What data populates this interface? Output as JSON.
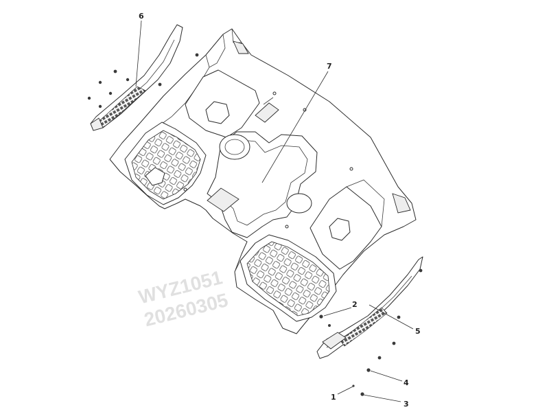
{
  "callouts": [
    {
      "id": "1",
      "label": "1"
    },
    {
      "id": "2",
      "label": "2"
    },
    {
      "id": "3",
      "label": "3"
    },
    {
      "id": "4",
      "label": "4"
    },
    {
      "id": "5",
      "label": "5"
    },
    {
      "id": "6",
      "label": "6"
    },
    {
      "id": "7",
      "label": "7"
    }
  ],
  "watermark": {
    "line1": "WYZ1051",
    "line2": "20260305"
  },
  "colors": {
    "line": "#2a2a2a",
    "watermark": "#c8c8c8"
  }
}
